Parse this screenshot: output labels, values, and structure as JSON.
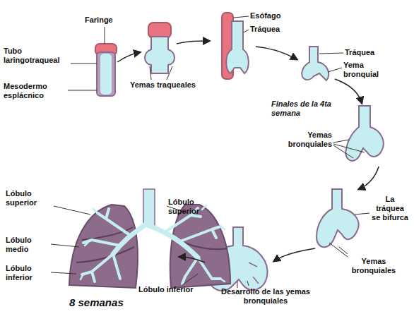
{
  "diagram": {
    "labels": [
      "Faringe",
      "Tubo laringotraqueal",
      "Mesodermo esplácnico",
      "Yemas traqueales",
      "Esófago",
      "Tráquea",
      "Tráquea",
      "Yema bronquial",
      "Finales de la 4ta semana",
      "Yemas bronquiales",
      "La tráquea se bifurca",
      "Yemas bronquiales",
      "Desarrollo de las yemas bronquiales",
      "Lóbulo inferior",
      "8 semanas",
      "Lóbulo superior",
      "Lóbulo medio",
      "Lóbulo inferior",
      "Lóbulo superior"
    ]
  }
}
